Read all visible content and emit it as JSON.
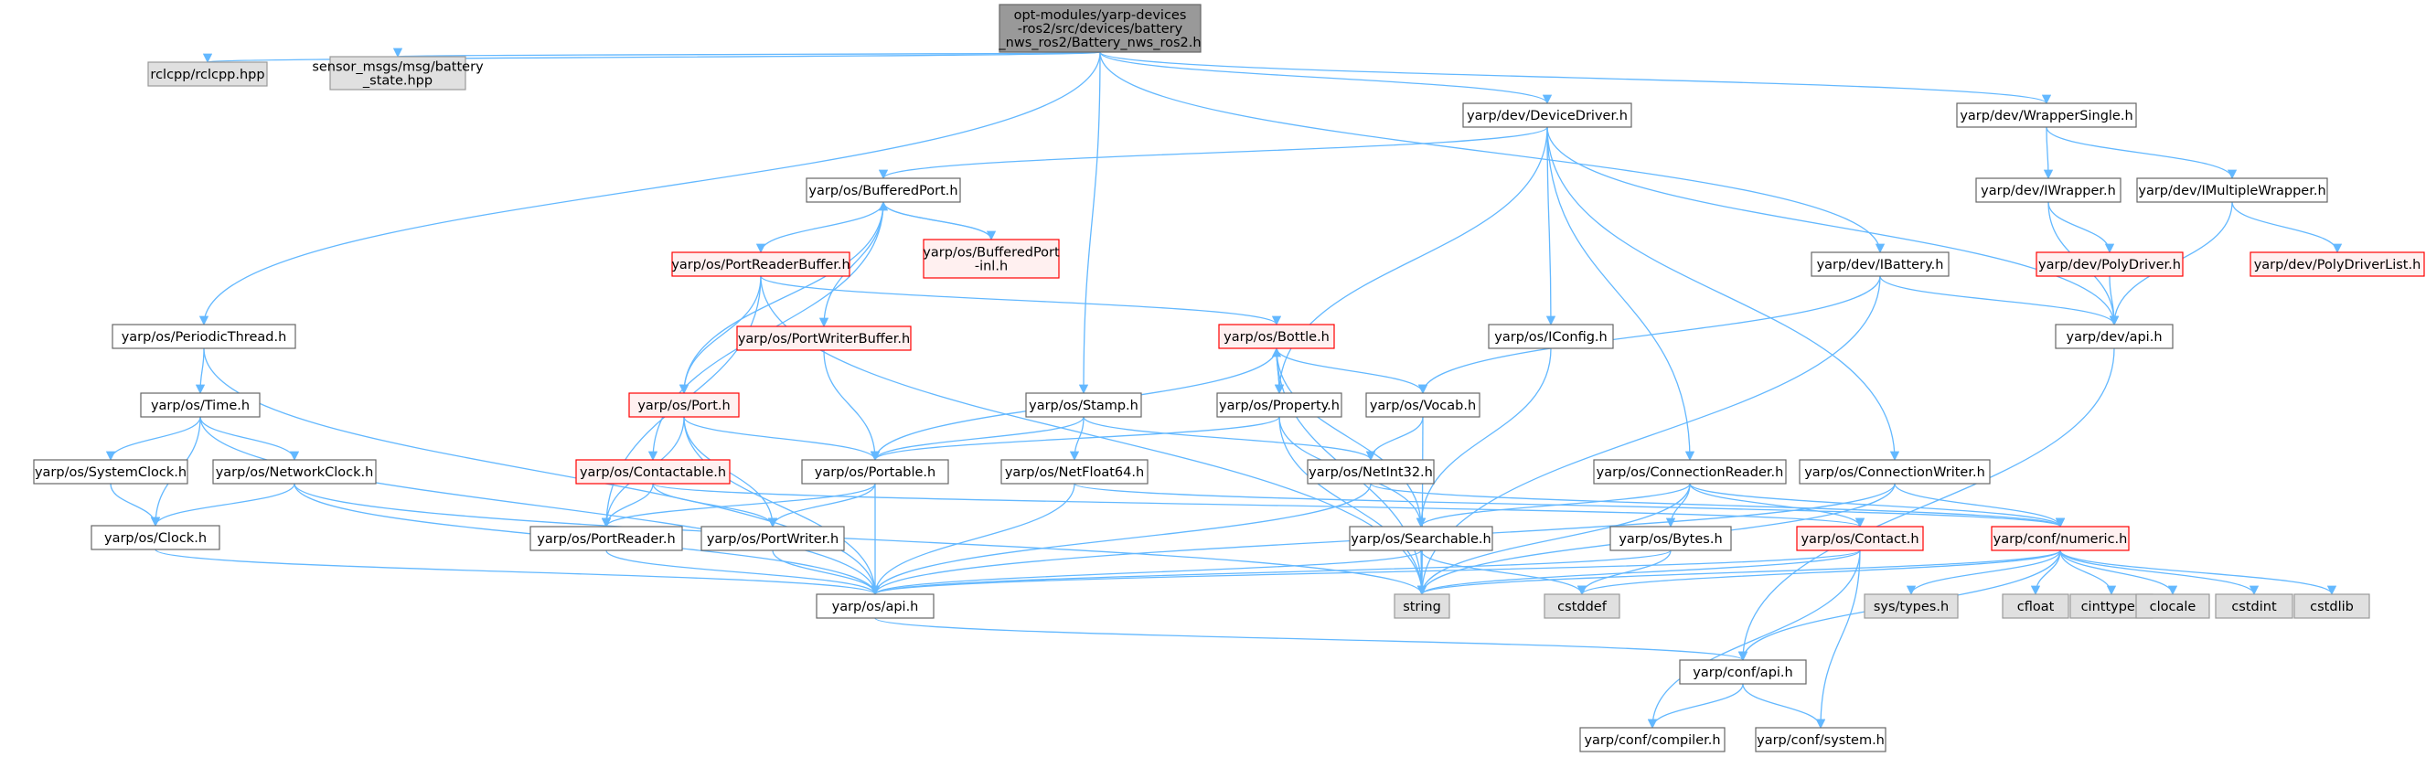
{
  "graph": {
    "edge_color": "#63b8ff",
    "colors": {
      "root_fill": "#999999",
      "normal_fill": "#ffffff",
      "external_fill": "#e0e0e0",
      "truncated_border": "#ff0000"
    },
    "nodes": [
      {
        "id": "root",
        "lines": [
          "opt-modules/yarp-devices",
          "-ros2/src/devices/battery",
          "_nws_ros2/Battery_nws_ros2.h"
        ],
        "kind": "root"
      },
      {
        "id": "rclcpp",
        "lines": [
          "rclcpp/rclcpp.hpp"
        ],
        "kind": "external"
      },
      {
        "id": "battery_state",
        "lines": [
          "sensor_msgs/msg/battery",
          "_state.hpp"
        ],
        "kind": "external"
      },
      {
        "id": "periodicthread",
        "lines": [
          "yarp/os/PeriodicThread.h"
        ],
        "kind": "normal"
      },
      {
        "id": "time",
        "lines": [
          "yarp/os/Time.h"
        ],
        "kind": "normal"
      },
      {
        "id": "systemclock",
        "lines": [
          "yarp/os/SystemClock.h"
        ],
        "kind": "normal"
      },
      {
        "id": "networkclock",
        "lines": [
          "yarp/os/NetworkClock.h"
        ],
        "kind": "normal"
      },
      {
        "id": "clock",
        "lines": [
          "yarp/os/Clock.h"
        ],
        "kind": "normal"
      },
      {
        "id": "bufferedport",
        "lines": [
          "yarp/os/BufferedPort.h"
        ],
        "kind": "normal"
      },
      {
        "id": "bufferedport_inl",
        "lines": [
          "yarp/os/BufferedPort",
          "-inl.h"
        ],
        "kind": "truncated"
      },
      {
        "id": "portreaderbuffer",
        "lines": [
          "yarp/os/PortReaderBuffer.h"
        ],
        "kind": "truncated"
      },
      {
        "id": "portwriterbuffer",
        "lines": [
          "yarp/os/PortWriterBuffer.h"
        ],
        "kind": "truncated"
      },
      {
        "id": "port",
        "lines": [
          "yarp/os/Port.h"
        ],
        "kind": "truncated"
      },
      {
        "id": "contactable",
        "lines": [
          "yarp/os/Contactable.h"
        ],
        "kind": "truncated"
      },
      {
        "id": "portable",
        "lines": [
          "yarp/os/Portable.h"
        ],
        "kind": "normal"
      },
      {
        "id": "portreader",
        "lines": [
          "yarp/os/PortReader.h"
        ],
        "kind": "normal"
      },
      {
        "id": "portwriter",
        "lines": [
          "yarp/os/PortWriter.h"
        ],
        "kind": "normal"
      },
      {
        "id": "os_api",
        "lines": [
          "yarp/os/api.h"
        ],
        "kind": "normal"
      },
      {
        "id": "stamp",
        "lines": [
          "yarp/os/Stamp.h"
        ],
        "kind": "normal"
      },
      {
        "id": "netfloat64",
        "lines": [
          "yarp/os/NetFloat64.h"
        ],
        "kind": "normal"
      },
      {
        "id": "bottle",
        "lines": [
          "yarp/os/Bottle.h"
        ],
        "kind": "truncated"
      },
      {
        "id": "property",
        "lines": [
          "yarp/os/Property.h"
        ],
        "kind": "normal"
      },
      {
        "id": "vocab",
        "lines": [
          "yarp/os/Vocab.h"
        ],
        "kind": "normal"
      },
      {
        "id": "netint32",
        "lines": [
          "yarp/os/NetInt32.h"
        ],
        "kind": "normal"
      },
      {
        "id": "searchable",
        "lines": [
          "yarp/os/Searchable.h"
        ],
        "kind": "normal"
      },
      {
        "id": "string",
        "lines": [
          "string"
        ],
        "kind": "external"
      },
      {
        "id": "cstddef",
        "lines": [
          "cstddef"
        ],
        "kind": "external"
      },
      {
        "id": "devicedriver",
        "lines": [
          "yarp/dev/DeviceDriver.h"
        ],
        "kind": "normal"
      },
      {
        "id": "iconfig",
        "lines": [
          "yarp/os/IConfig.h"
        ],
        "kind": "normal"
      },
      {
        "id": "connectionreader",
        "lines": [
          "yarp/os/ConnectionReader.h"
        ],
        "kind": "normal"
      },
      {
        "id": "connectionwriter",
        "lines": [
          "yarp/os/ConnectionWriter.h"
        ],
        "kind": "normal"
      },
      {
        "id": "bytes",
        "lines": [
          "yarp/os/Bytes.h"
        ],
        "kind": "normal"
      },
      {
        "id": "contact",
        "lines": [
          "yarp/os/Contact.h"
        ],
        "kind": "truncated"
      },
      {
        "id": "numeric",
        "lines": [
          "yarp/conf/numeric.h"
        ],
        "kind": "truncated"
      },
      {
        "id": "systypes",
        "lines": [
          "sys/types.h"
        ],
        "kind": "external"
      },
      {
        "id": "cfloat",
        "lines": [
          "cfloat"
        ],
        "kind": "external"
      },
      {
        "id": "cinttypes",
        "lines": [
          "cinttypes"
        ],
        "kind": "external"
      },
      {
        "id": "clocale",
        "lines": [
          "clocale"
        ],
        "kind": "external"
      },
      {
        "id": "cstdint",
        "lines": [
          "cstdint"
        ],
        "kind": "external"
      },
      {
        "id": "cstdlib",
        "lines": [
          "cstdlib"
        ],
        "kind": "external"
      },
      {
        "id": "conf_api",
        "lines": [
          "yarp/conf/api.h"
        ],
        "kind": "normal"
      },
      {
        "id": "compiler",
        "lines": [
          "yarp/conf/compiler.h"
        ],
        "kind": "normal"
      },
      {
        "id": "system",
        "lines": [
          "yarp/conf/system.h"
        ],
        "kind": "normal"
      },
      {
        "id": "ibattery",
        "lines": [
          "yarp/dev/IBattery.h"
        ],
        "kind": "normal"
      },
      {
        "id": "dev_api",
        "lines": [
          "yarp/dev/api.h"
        ],
        "kind": "normal"
      },
      {
        "id": "wrappersingle",
        "lines": [
          "yarp/dev/WrapperSingle.h"
        ],
        "kind": "normal"
      },
      {
        "id": "iwrapper",
        "lines": [
          "yarp/dev/IWrapper.h"
        ],
        "kind": "normal"
      },
      {
        "id": "imultiplewrapper",
        "lines": [
          "yarp/dev/IMultipleWrapper.h"
        ],
        "kind": "normal"
      },
      {
        "id": "polydriver",
        "lines": [
          "yarp/dev/PolyDriver.h"
        ],
        "kind": "truncated"
      },
      {
        "id": "polydriverlist",
        "lines": [
          "yarp/dev/PolyDriverList.h"
        ],
        "kind": "truncated"
      }
    ]
  }
}
